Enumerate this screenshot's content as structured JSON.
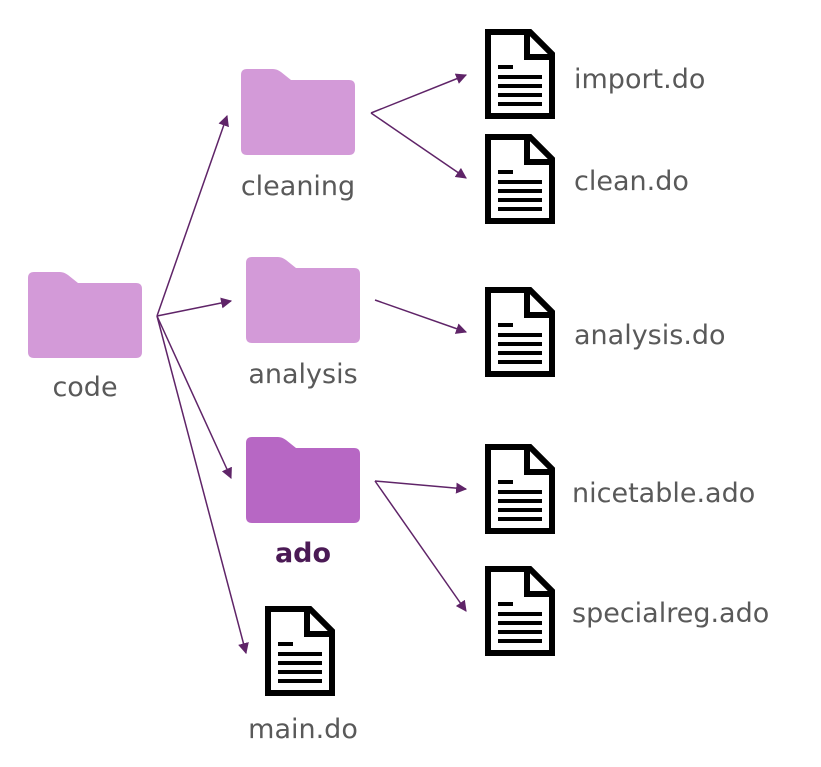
{
  "colors": {
    "folder": "#d39ad8",
    "folder_highlight": "#b767c4",
    "arrow": "#5f2468",
    "label": "#595959",
    "label_highlight": "#4b1a55",
    "file_stroke": "#000000"
  },
  "nodes": {
    "code": {
      "label": "code",
      "icon": "folder-icon",
      "highlight": false
    },
    "cleaning": {
      "label": "cleaning",
      "icon": "folder-icon",
      "highlight": false
    },
    "analysis": {
      "label": "analysis",
      "icon": "folder-icon",
      "highlight": false
    },
    "ado": {
      "label": "ado",
      "icon": "folder-icon",
      "highlight": true
    },
    "main_do": {
      "label": "main.do",
      "icon": "file-icon",
      "highlight": false
    },
    "import_do": {
      "label": "import.do",
      "icon": "file-icon",
      "highlight": false
    },
    "clean_do": {
      "label": "clean.do",
      "icon": "file-icon",
      "highlight": false
    },
    "analysis_do": {
      "label": "analysis.do",
      "icon": "file-icon",
      "highlight": false
    },
    "nicetable_ado": {
      "label": "nicetable.ado",
      "icon": "file-icon",
      "highlight": false
    },
    "specialreg_ado": {
      "label": "specialreg.ado",
      "icon": "file-icon",
      "highlight": false
    }
  },
  "edges": [
    {
      "from": "code",
      "to": "cleaning"
    },
    {
      "from": "code",
      "to": "analysis"
    },
    {
      "from": "code",
      "to": "ado"
    },
    {
      "from": "code",
      "to": "main_do"
    },
    {
      "from": "cleaning",
      "to": "import_do"
    },
    {
      "from": "cleaning",
      "to": "clean_do"
    },
    {
      "from": "analysis",
      "to": "analysis_do"
    },
    {
      "from": "ado",
      "to": "nicetable_ado"
    },
    {
      "from": "ado",
      "to": "specialreg_ado"
    }
  ]
}
